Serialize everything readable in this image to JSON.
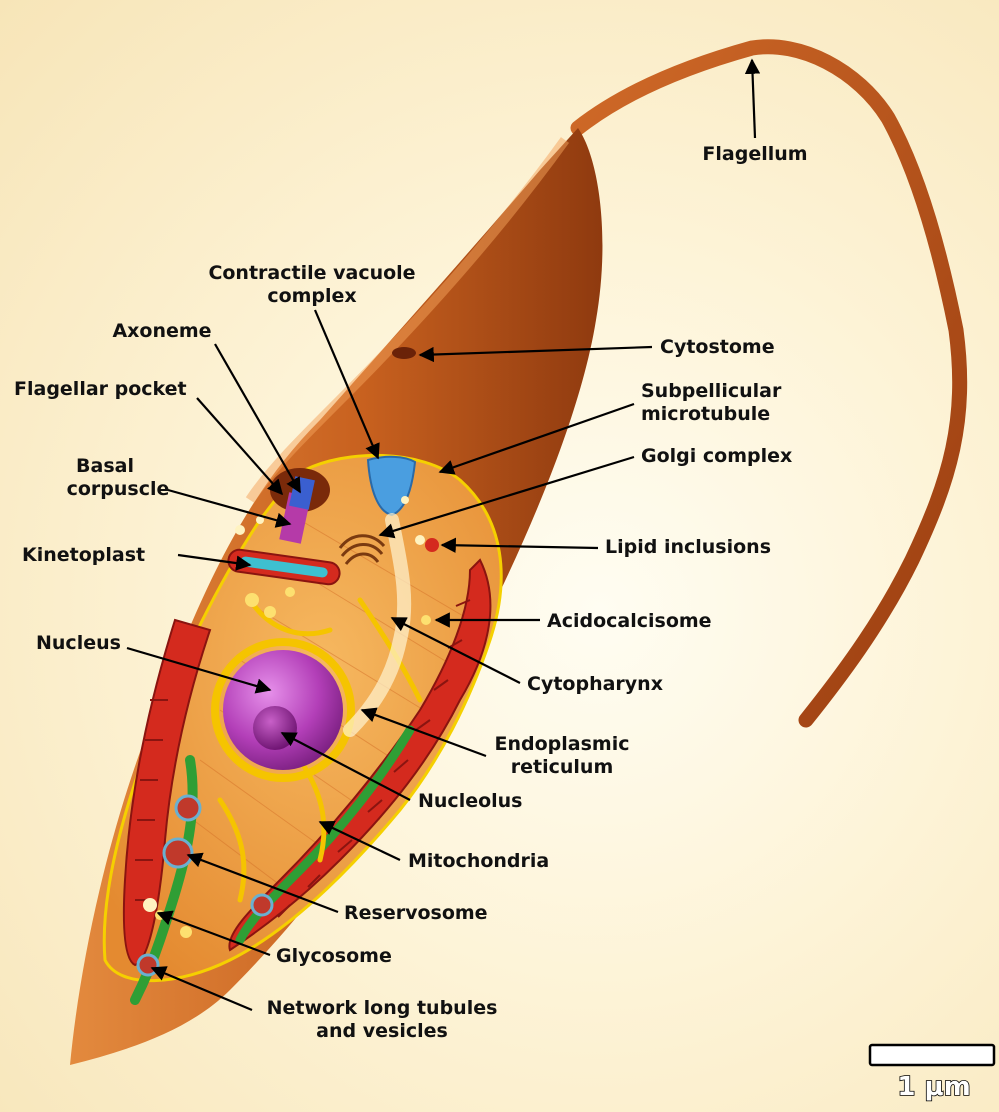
{
  "labels": {
    "flagellum": "Flagellum",
    "contractile_vacuole_1": "Contractile vacuole",
    "contractile_vacuole_2": "complex",
    "axoneme": "Axoneme",
    "flagellar_pocket": "Flagellar pocket",
    "basal_corpuscle_1": "Basal",
    "basal_corpuscle_2": "corpuscle",
    "kinetoplast": "Kinetoplast",
    "nucleus": "Nucleus",
    "cytostome": "Cytostome",
    "subpellicular_1": "Subpellicular",
    "subpellicular_2": "microtubule",
    "golgi": "Golgi complex",
    "lipid": "Lipid inclusions",
    "acidocalcisome": "Acidocalcisome",
    "cytopharynx": "Cytopharynx",
    "er_1": "Endoplasmic",
    "er_2": "reticulum",
    "nucleolus": "Nucleolus",
    "mitochondria": "Mitochondria",
    "reservosome": "Reservosome",
    "glycosome": "Glycosome",
    "network_1": "Network long tubules",
    "network_2": "and vesicles"
  },
  "scale_bar": {
    "label": "1 μm"
  },
  "colors": {
    "cell_body": "#c55a1b",
    "flagellum": "#b54a14",
    "interior": "#f0a040",
    "mitochondria": "#d42a1e",
    "nucleus": "#b33fb8",
    "endoplasmic_reticulum": "#f5c400",
    "tubules": "#2f9e35",
    "label_text": "#111111"
  }
}
